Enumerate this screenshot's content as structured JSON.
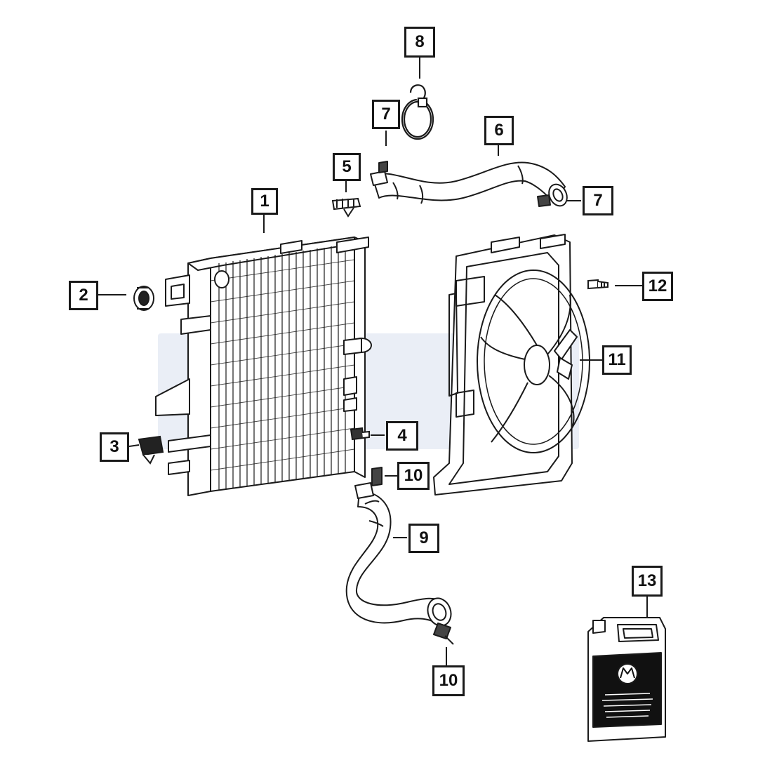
{
  "diagram": {
    "colors": {
      "line": "#1a1a1a",
      "watermark": "#dfe4f0",
      "background": "#ffffff"
    },
    "callouts": [
      {
        "id": "c1",
        "label": "1"
      },
      {
        "id": "c2",
        "label": "2"
      },
      {
        "id": "c3",
        "label": "3"
      },
      {
        "id": "c4",
        "label": "4"
      },
      {
        "id": "c5",
        "label": "5"
      },
      {
        "id": "c6",
        "label": "6"
      },
      {
        "id": "c7a",
        "label": "7"
      },
      {
        "id": "c7b",
        "label": "7"
      },
      {
        "id": "c8",
        "label": "8"
      },
      {
        "id": "c9",
        "label": "9"
      },
      {
        "id": "c10a",
        "label": "10"
      },
      {
        "id": "c10b",
        "label": "10"
      },
      {
        "id": "c11",
        "label": "11"
      },
      {
        "id": "c12",
        "label": "12"
      },
      {
        "id": "c13",
        "label": "13"
      }
    ],
    "parts": {
      "radiator": "radiator",
      "grommet": "grommet",
      "bracket": "bracket",
      "sensor": "sensor",
      "cap": "cap",
      "upper_hose": "upper-hose",
      "clamp": "clamp",
      "lower_hose": "lower-hose",
      "fan_shroud": "fan-shroud",
      "bolt": "bolt",
      "coolant_jug": "coolant-jug"
    }
  }
}
